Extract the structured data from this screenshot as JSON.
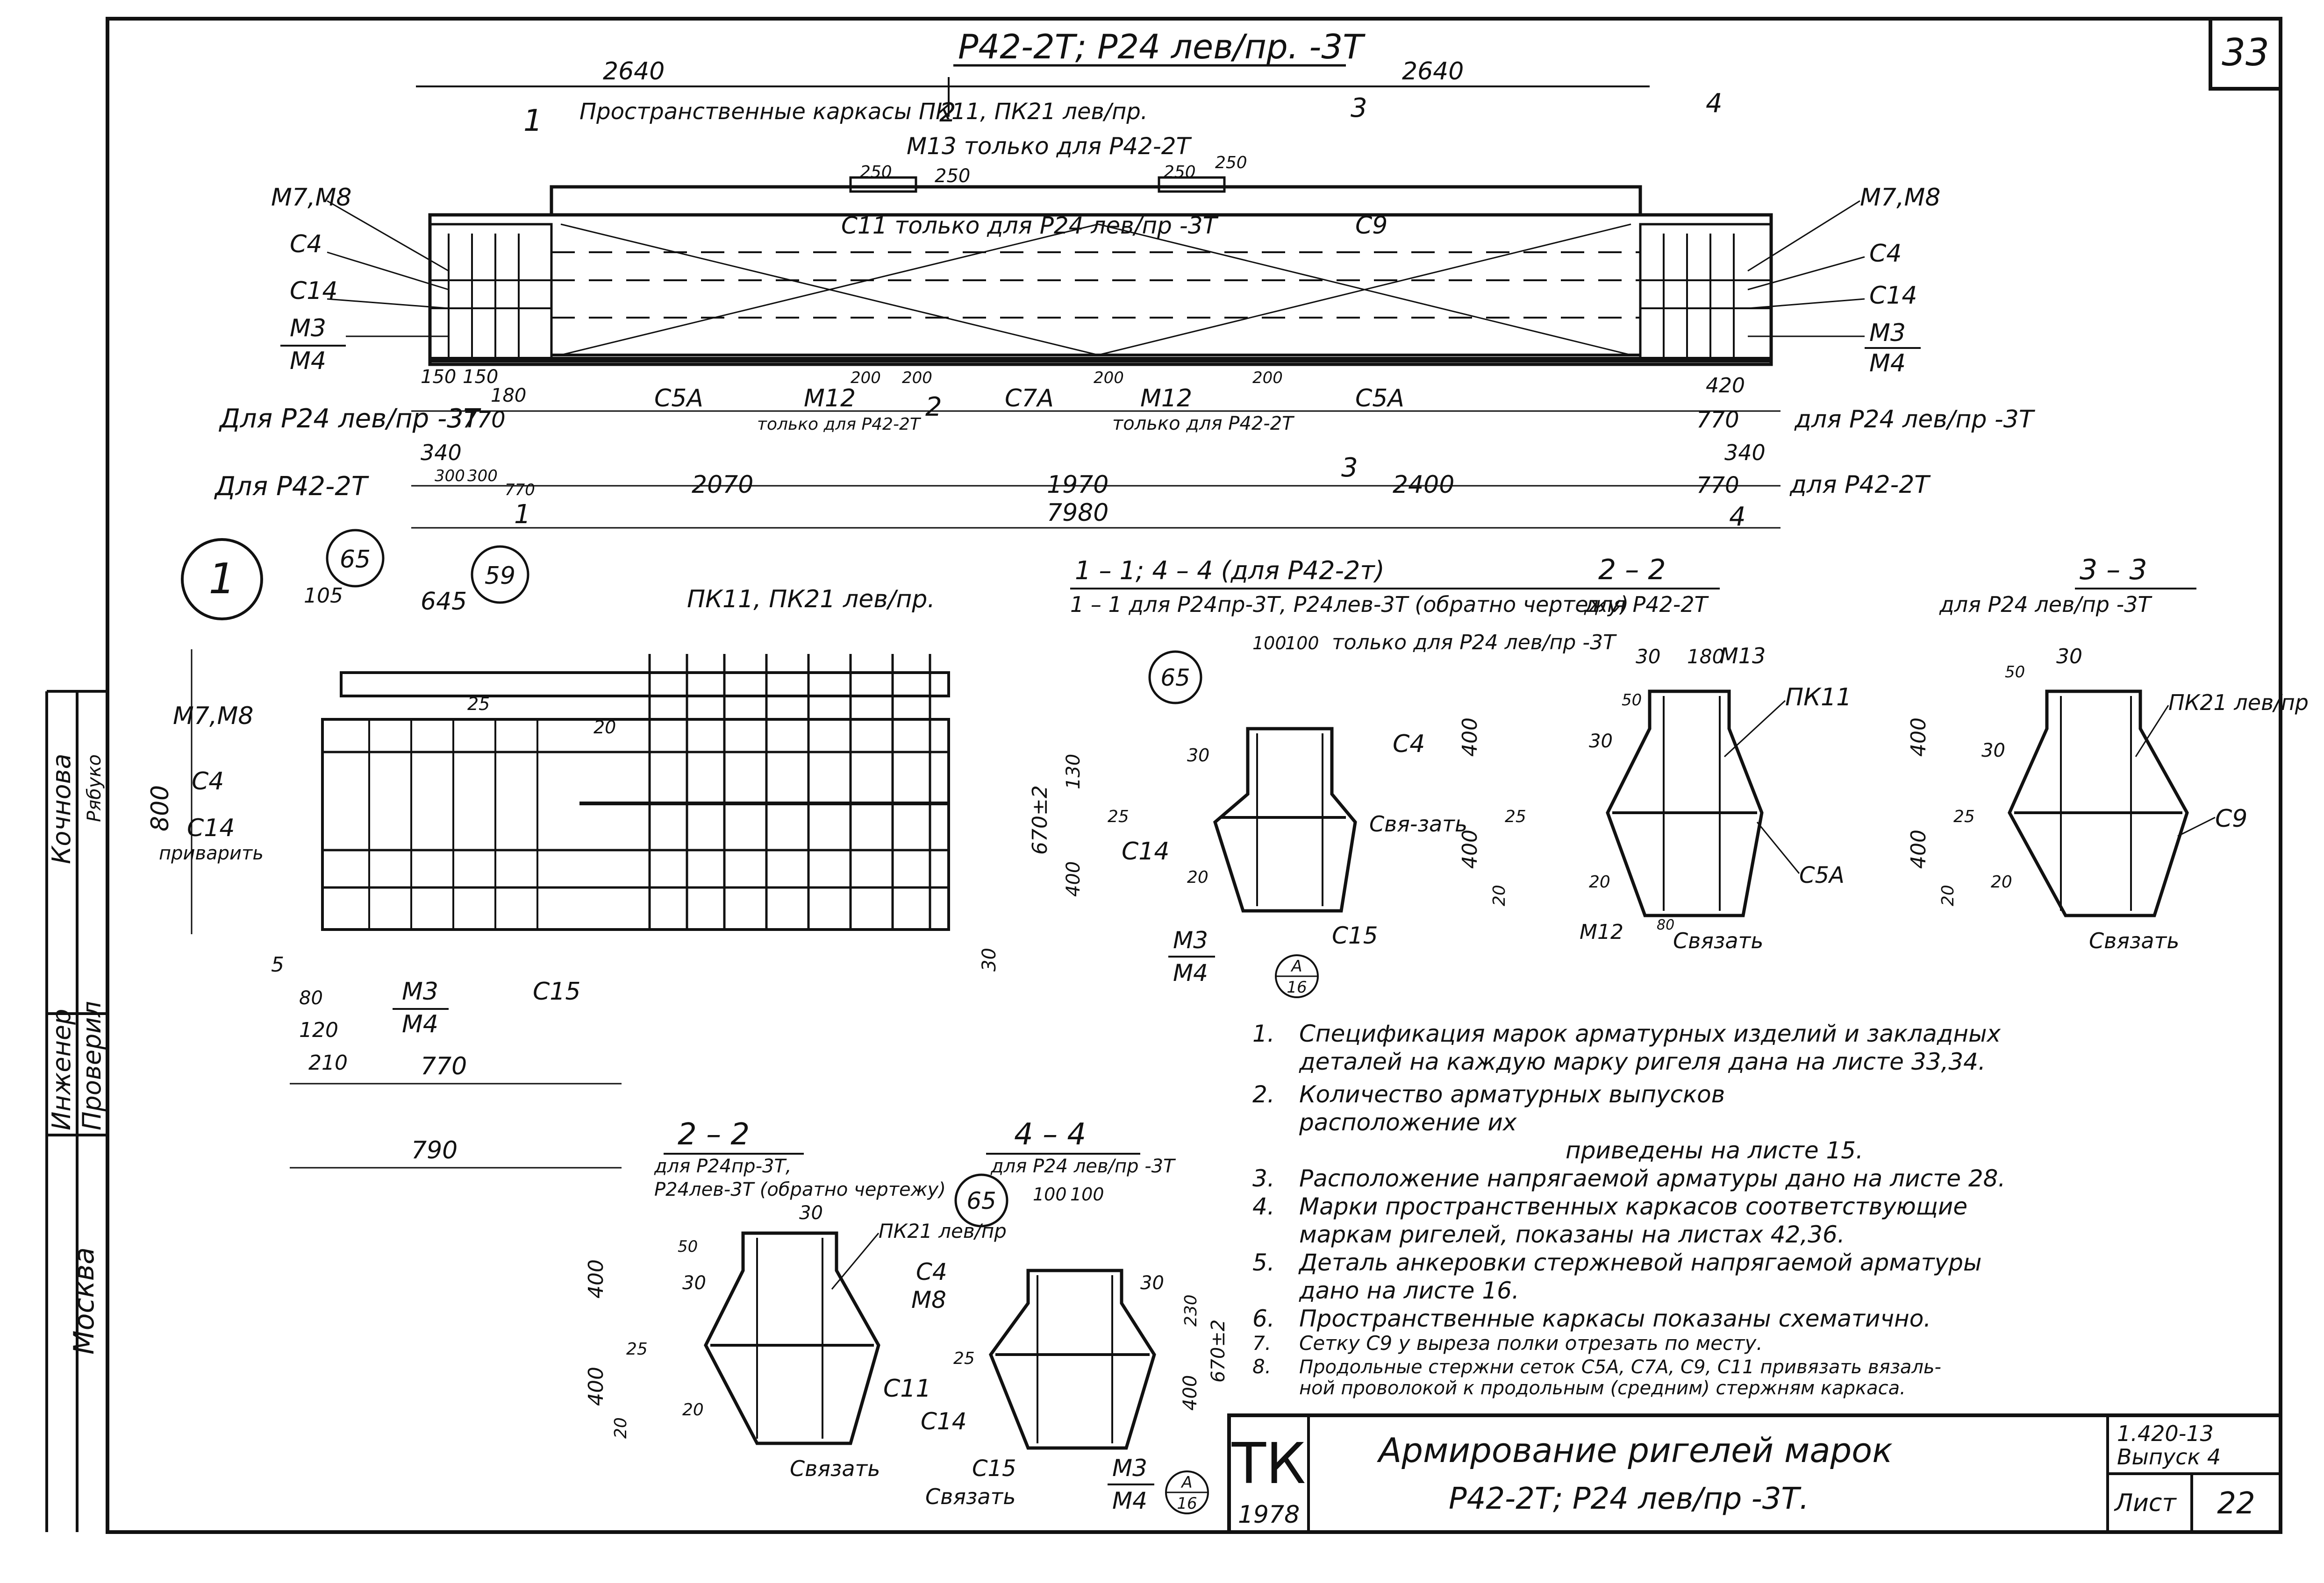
{
  "sheet": {
    "number": "33",
    "title": "Р42-2Т; Р24 лев/пр. -3Т",
    "stamp_org": "ТК",
    "stamp_year": "1978",
    "drawing_title_1": "Армирование ригелей марок",
    "drawing_title_2": "Р42-2Т; Р24 лев/пр -3Т.",
    "series": "1.420-13",
    "issue": "Выпуск 4",
    "list_label": "Лист",
    "list_number": "22"
  },
  "sidebar": {
    "city": "Москва",
    "engineer_label": "Инженер",
    "checked_label": "Проверил",
    "engineer_name": "Кочнова",
    "checker_name": "Рябуко"
  },
  "elevation": {
    "top_dims": [
      "2640",
      "2640"
    ],
    "callout_spatial": "Пространственные каркасы ПК11, ПК21 лев/пр.",
    "callout_m13": "М13 только для Р42-2Т",
    "callout_c11": "С11 только для Р24 лев/пр -3Т",
    "dims_top_small": [
      "250",
      "250",
      "250",
      "250"
    ],
    "labels_left": [
      "М7,М8",
      "С4",
      "С14",
      "М3",
      "М4"
    ],
    "labels_right": [
      "М7,М8",
      "С4",
      "С14",
      "М3",
      "М4"
    ],
    "label_c9": "С9",
    "labels_bottom": [
      "С5А",
      "М12",
      "С7А",
      "М12",
      "С5А"
    ],
    "note_m12_left": "только для Р42-2Т",
    "note_m12_right": "только для Р42-2Т",
    "dims_200": [
      "200",
      "200",
      "200",
      "200"
    ],
    "row1_label_left": "Для Р24 лев/пр -3Т",
    "row1_label_right": "для Р24 лев/пр -3Т",
    "row1_dims": [
      "150",
      "150",
      "180",
      "770",
      "420",
      "770"
    ],
    "row2_label_left": "Для Р42-2Т",
    "row2_label_right": "для Р42-2Т",
    "row2_dims": [
      "340",
      "300",
      "300",
      "770",
      "2070",
      "1970",
      "2400",
      "340",
      "770"
    ],
    "total": "7980",
    "section_marks": [
      "1",
      "2",
      "3",
      "4",
      "2",
      "3",
      "1",
      "4"
    ]
  },
  "detail1": {
    "marker": "1",
    "circles": [
      "65",
      "59"
    ],
    "dims": [
      "105",
      "645",
      "25",
      "20",
      "800",
      "5",
      "80",
      "120",
      "210",
      "770",
      "790",
      "30"
    ],
    "label_pk": "ПК11, ПК21 лев/пр.",
    "labels": [
      "М7,М8",
      "С4",
      "С14",
      "приварить",
      "М3",
      "М4",
      "С15"
    ]
  },
  "sec_a": {
    "title_1": "1 – 1; 4 – 4 (для Р42-2т)",
    "title_2": "1 – 1 для Р24пр-3Т, Р24лев-3Т (обратно чертежу)",
    "circle": "65",
    "dims": [
      "100",
      "100",
      "130",
      "670±2",
      "400",
      "25",
      "30",
      "20"
    ],
    "note": "только для Р24 лев/пр -3Т",
    "labels": [
      "С4",
      "С14",
      "Свя-зать",
      "М3",
      "М4",
      "С15"
    ],
    "ref_top": "А",
    "ref_bottom": "16"
  },
  "sec_b": {
    "title": "2 – 2",
    "subtitle": "для Р42-2Т",
    "dims": [
      "30",
      "180",
      "50",
      "400",
      "30",
      "25",
      "400",
      "20",
      "20",
      "80"
    ],
    "labels": [
      "М13",
      "ПК11",
      "С5А",
      "М12",
      "Связать"
    ]
  },
  "sec_c": {
    "title": "3 – 3",
    "subtitle": "для Р24 лев/пр -3Т",
    "dims": [
      "30",
      "50",
      "400",
      "30",
      "25",
      "400",
      "20",
      "20"
    ],
    "labels": [
      "ПК21 лев/пр",
      "С9",
      "Связать"
    ]
  },
  "sec_d": {
    "title": "2 – 2",
    "subtitle_1": "для Р24пр-3Т,",
    "subtitle_2": "Р24лев-3Т (обратно чертежу)",
    "dims": [
      "30",
      "50",
      "400",
      "30",
      "25",
      "400",
      "20",
      "20"
    ],
    "labels": [
      "ПК21 лев/пр",
      "С11",
      "Связать"
    ]
  },
  "sec_e": {
    "title": "4 – 4",
    "subtitle": "для Р24 лев/пр -3Т",
    "circle": "65",
    "dims": [
      "100",
      "100",
      "30",
      "230",
      "670±2",
      "400",
      "25"
    ],
    "labels": [
      "С4",
      "М8",
      "С14",
      "С15",
      "Связать",
      "М3",
      "М4"
    ],
    "ref_top": "А",
    "ref_bottom": "16"
  },
  "notes": [
    {
      "n": "1.",
      "lines": [
        "Спецификация марок арматурных изделий и закладных",
        "деталей на каждую марку ригеля дана на листе 33,34."
      ]
    },
    {
      "n": "2.",
      "lines": [
        "Количество арматурных выпусков",
        "расположение их",
        "приведены на листе 15."
      ]
    },
    {
      "n": "3.",
      "lines": [
        "Расположение напрягаемой арматуры дано на листе 28."
      ]
    },
    {
      "n": "4.",
      "lines": [
        "Марки пространственных каркасов соответствующие",
        "маркам ригелей, показаны на листах 42,36."
      ]
    },
    {
      "n": "5.",
      "lines": [
        "Деталь анкеровки стержневой напрягаемой арматуры",
        "дано на листе 16."
      ]
    },
    {
      "n": "6.",
      "lines": [
        "Пространственные каркасы показаны схематично."
      ]
    },
    {
      "n": "7.",
      "lines": [
        "Сетку С9 у выреза полки отрезать по месту."
      ]
    },
    {
      "n": "8.",
      "lines": [
        "Продольные стержни сеток С5А, С7А, С9, С11 привязать вязаль-",
        "ной проволокой к продольным (средним) стержням каркаса."
      ]
    }
  ]
}
